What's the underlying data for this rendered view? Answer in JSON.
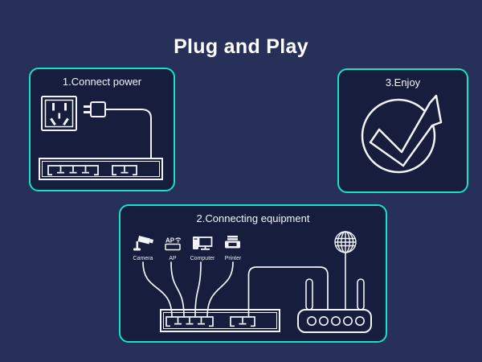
{
  "title": "Plug and Play",
  "colors": {
    "background": "#273058",
    "panel": "#161d3d",
    "panel_border": "#1ae0c5",
    "line": "#f2f4fa"
  },
  "steps": {
    "step1": {
      "label": "1.Connect power"
    },
    "step2": {
      "label": "2.Connecting equipment",
      "ap_badge": "AP",
      "devices": [
        {
          "label": "Camera"
        },
        {
          "label": "AP"
        },
        {
          "label": "Computer"
        },
        {
          "label": "Printer"
        }
      ]
    },
    "step3": {
      "label": "3.Enjoy"
    }
  }
}
